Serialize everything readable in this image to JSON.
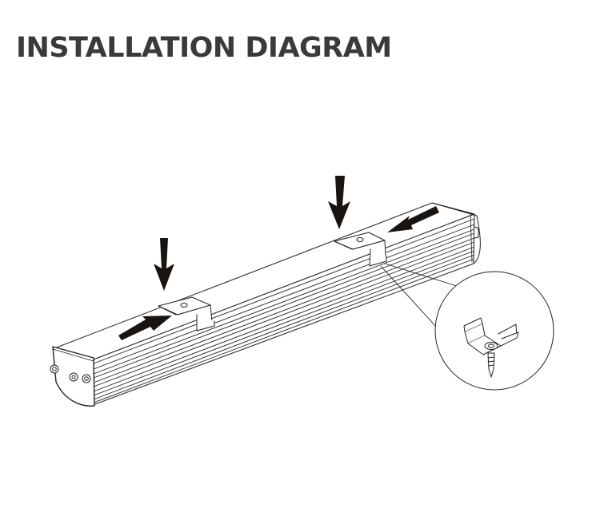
{
  "header": {
    "title": "INSTALLATION DIAGRAM"
  },
  "diagram": {
    "components": [
      "light-fixture",
      "mounting-clip",
      "mounting-clip",
      "screw"
    ],
    "colors": {
      "line": "#222222",
      "arrow": "#1a1410",
      "title": "#3a3a3a"
    }
  }
}
